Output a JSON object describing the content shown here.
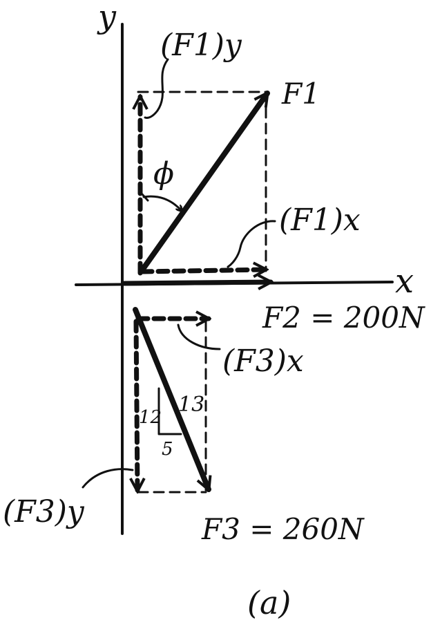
{
  "axes": {
    "x_label": "x",
    "y_label": "y"
  },
  "forces": {
    "f1": {
      "label": "F1",
      "x_component": "(F1)x",
      "y_component": "(F1)y",
      "angle_symbol": "ϕ"
    },
    "f2": {
      "label": "F2 = 200N"
    },
    "f3": {
      "label": "F3 = 260N",
      "x_component": "(F3)x",
      "y_component": "(F3)y",
      "slope_triangle": {
        "hyp": "13",
        "vertical": "12",
        "horizontal": "5"
      }
    }
  },
  "caption": "(a)"
}
